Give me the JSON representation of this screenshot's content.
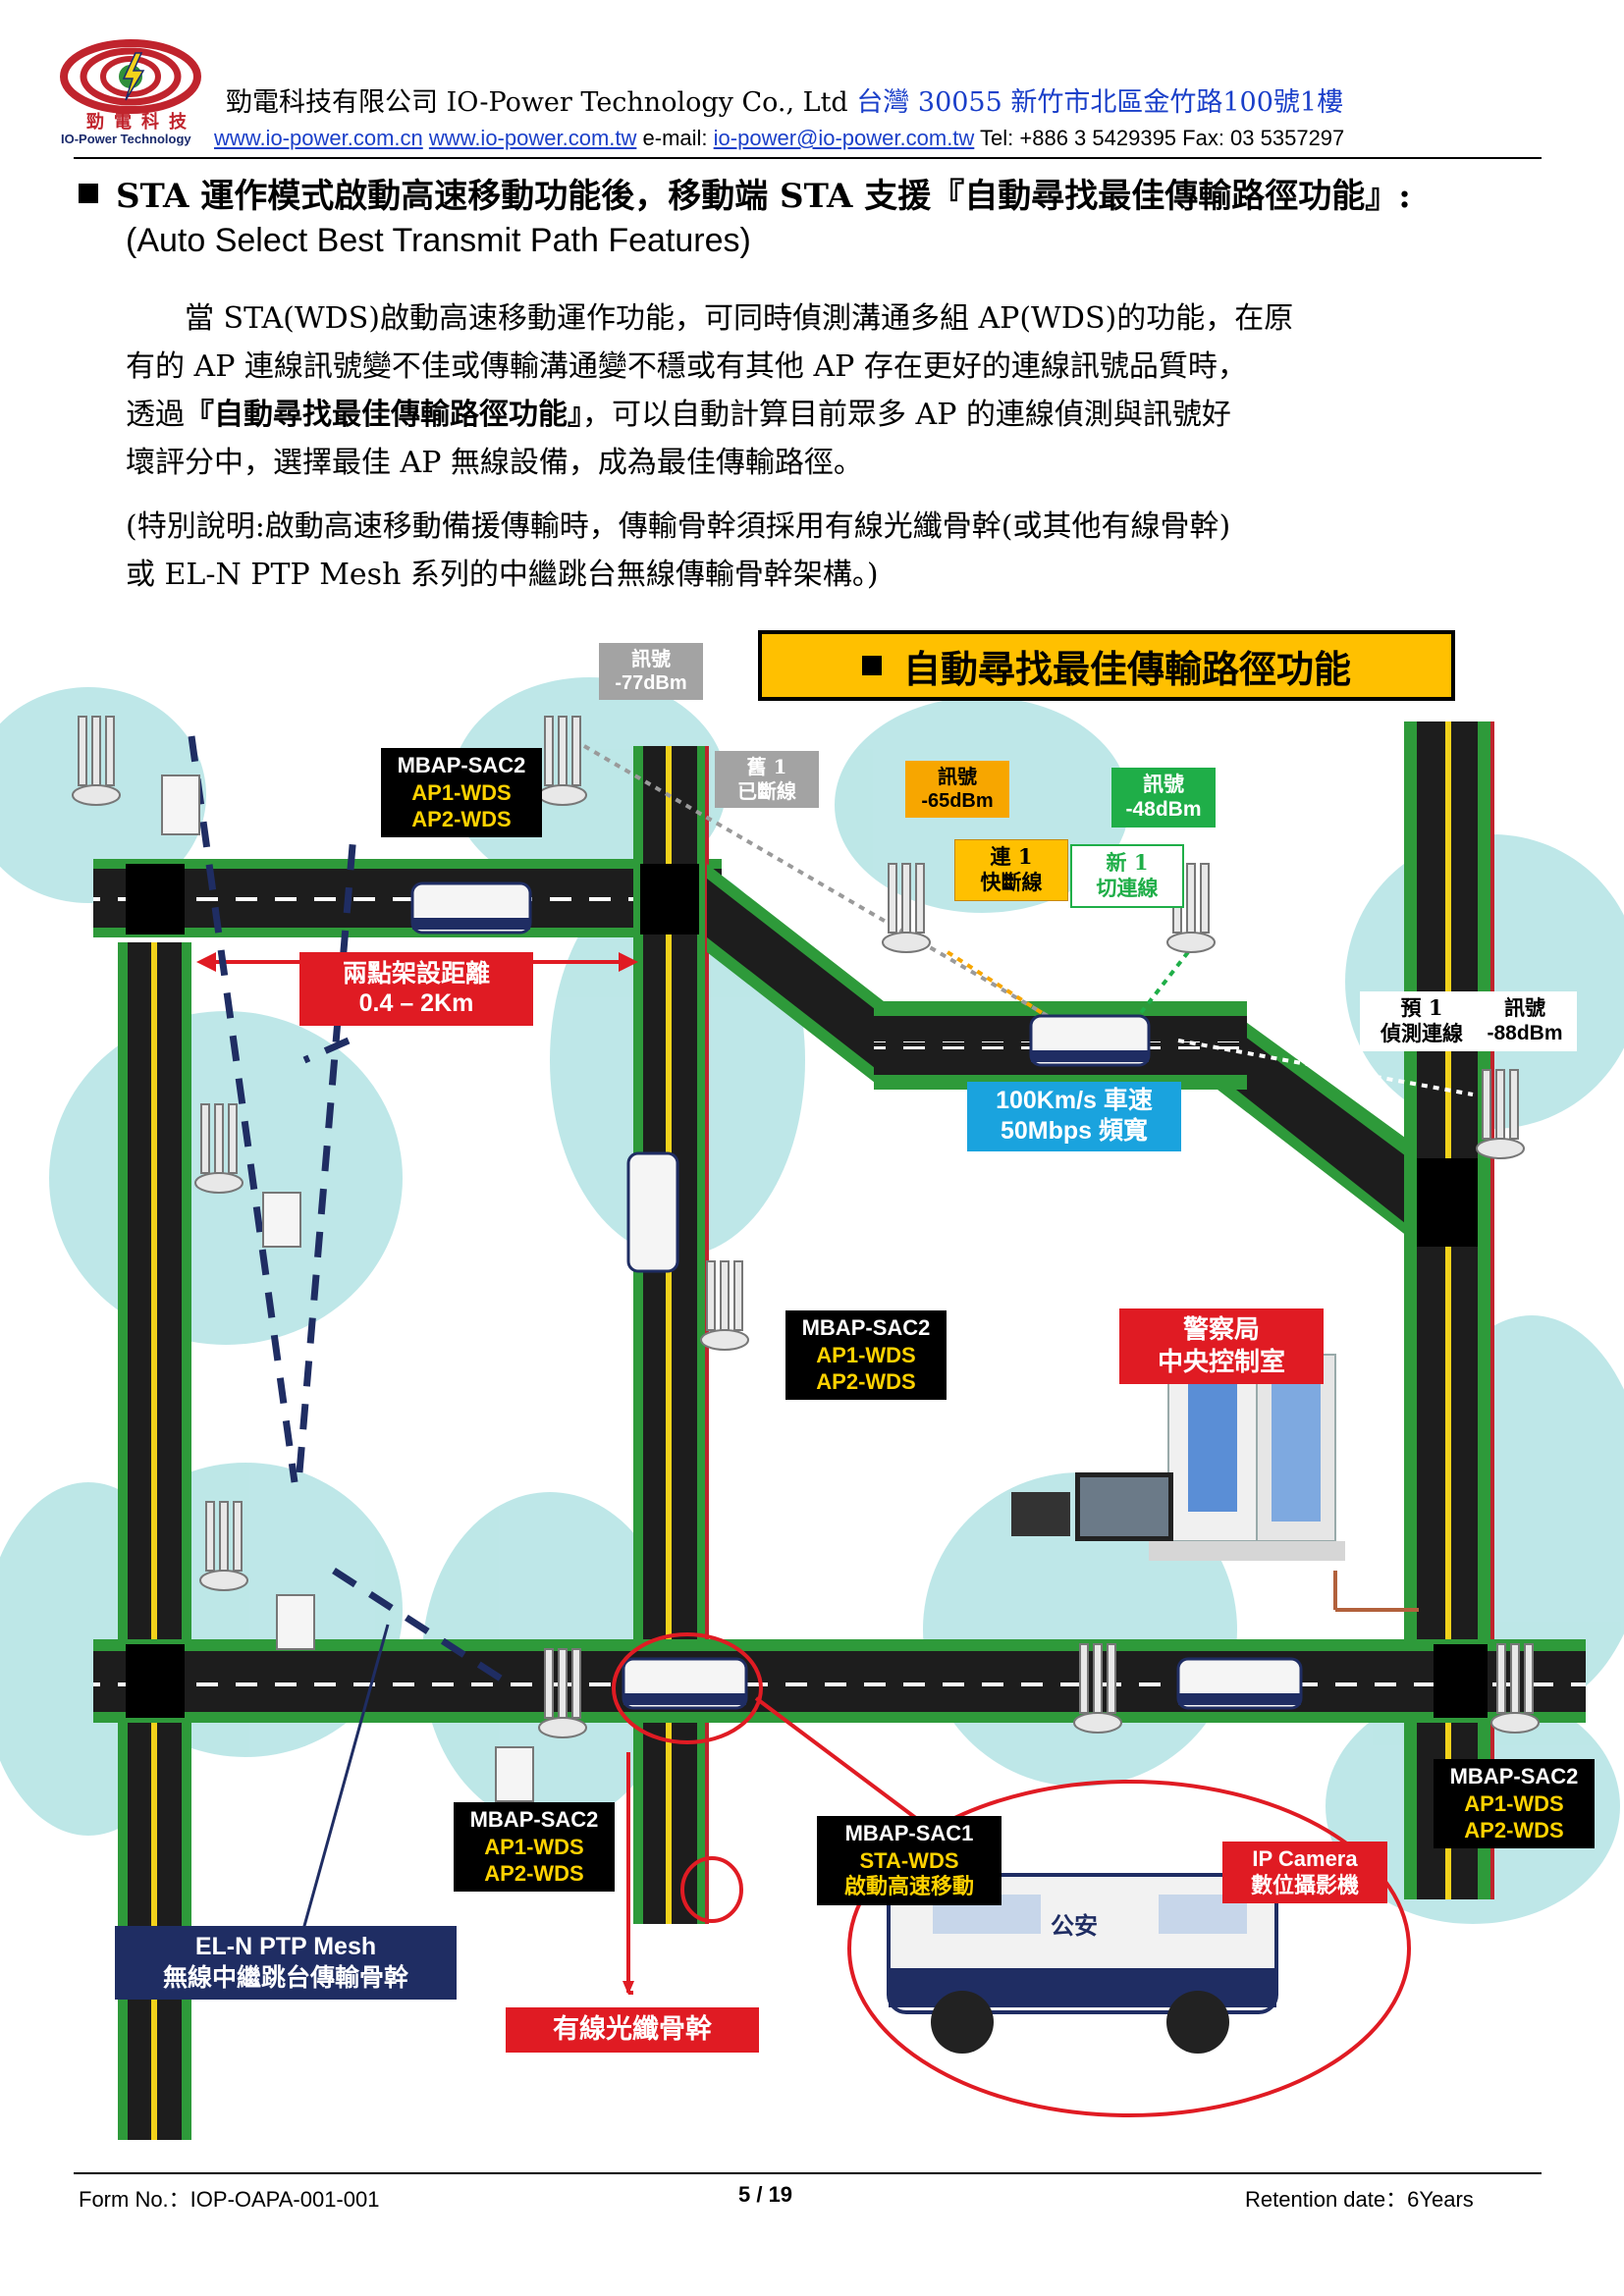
{
  "header": {
    "logo_cjk": "勁電科技",
    "logo_sub": "IO-Power Technology",
    "company_cn": "勁電科技有限公司 IO-Power Technology Co., Ltd",
    "address": "台灣 30055 新竹市北區金竹路100號1樓",
    "website_cn": "www.io-power.com.cn",
    "website_tw": "www.io-power.com.tw",
    "email_label": "e-mail:",
    "email": "io-power@io-power.com.tw",
    "tel_fax": "Tel: +886 3 5429395 Fax: 03 5357297"
  },
  "section": {
    "heading": "STA 運作模式啟動高速移動功能後，移動端 STA 支援『自動尋找最佳傳輸路徑功能』:",
    "subheading": "(Auto Select Best Transmit Path Features)",
    "para1": [
      "當 STA(WDS)啟動高速移動運作功能，可同時偵測溝通多組 AP(WDS)的功能，在原",
      "有的 AP 連線訊號變不佳或傳輸溝通變不穩或有其他 AP 存在更好的連線訊號品質時，"
    ],
    "para1_line3_pre": "透過",
    "para1_line3_bold": "『自動尋找最佳傳輸路徑功能』",
    "para1_line3_post": "，可以自動計算目前眾多 AP 的連線偵測與訊號好",
    "para1_line4": "壞評分中，選擇最佳 AP 無線設備，成為最佳傳輸路徑。",
    "para2": [
      "(特別說明:啟動高速移動備援傳輸時，傳輸骨幹須採用有線光纖骨幹(或其他有線骨幹)",
      "或 EL-N PTP Mesh 系列的中繼跳台無線傳輸骨幹架構。)"
    ]
  },
  "diagram": {
    "title": "自動尋找最佳傳輸路徑功能",
    "signal_old": [
      "訊號",
      "-77dBm"
    ],
    "old_disconnected": [
      "舊 1",
      "已斷線"
    ],
    "signal_mid": [
      "訊號",
      "-65dBm"
    ],
    "conn_about_break": [
      "連 1",
      "快斷線"
    ],
    "signal_new": [
      "訊號",
      "-48dBm"
    ],
    "new_connected": [
      "新 1",
      "切連線"
    ],
    "pre_detect": [
      "預 1",
      "偵測連線"
    ],
    "signal_pre": [
      "訊號",
      "-88dBm"
    ],
    "mbap_top": [
      "MBAP-SAC2",
      "AP1-WDS",
      "AP2-WDS"
    ],
    "mbap_mid": [
      "MBAP-SAC2",
      "AP1-WDS",
      "AP2-WDS"
    ],
    "mbap_bottom_left": [
      "MBAP-SAC2",
      "AP1-WDS",
      "AP2-WDS"
    ],
    "mbap_right": [
      "MBAP-SAC2",
      "AP1-WDS",
      "AP2-WDS"
    ],
    "mbap_vehicle": [
      "MBAP-SAC1",
      "STA-WDS",
      "啟動高速移動"
    ],
    "distance": [
      "兩點架設距離",
      "0.4 – 2Km"
    ],
    "speed": [
      "100Km/s 車速",
      "50Mbps 頻寬"
    ],
    "police": [
      "警察局",
      "中央控制室"
    ],
    "ip_camera": [
      "IP Camera",
      "數位攝影機"
    ],
    "el_n": [
      "EL-N PTP Mesh",
      "無線中繼跳台傳輸骨幹"
    ],
    "fiber": "有線光纖骨幹",
    "van_text": "公安",
    "colors": {
      "road_green": "#2e9a3a",
      "coverage": "#a8dfe0",
      "red": "#e01b23",
      "navy": "#1f2d63",
      "yellow": "#ffc000"
    }
  },
  "footer": {
    "form_no": "Form No.：IOP-OAPA-001-001",
    "page": "5 / 19",
    "retention": "Retention date：6Years"
  }
}
